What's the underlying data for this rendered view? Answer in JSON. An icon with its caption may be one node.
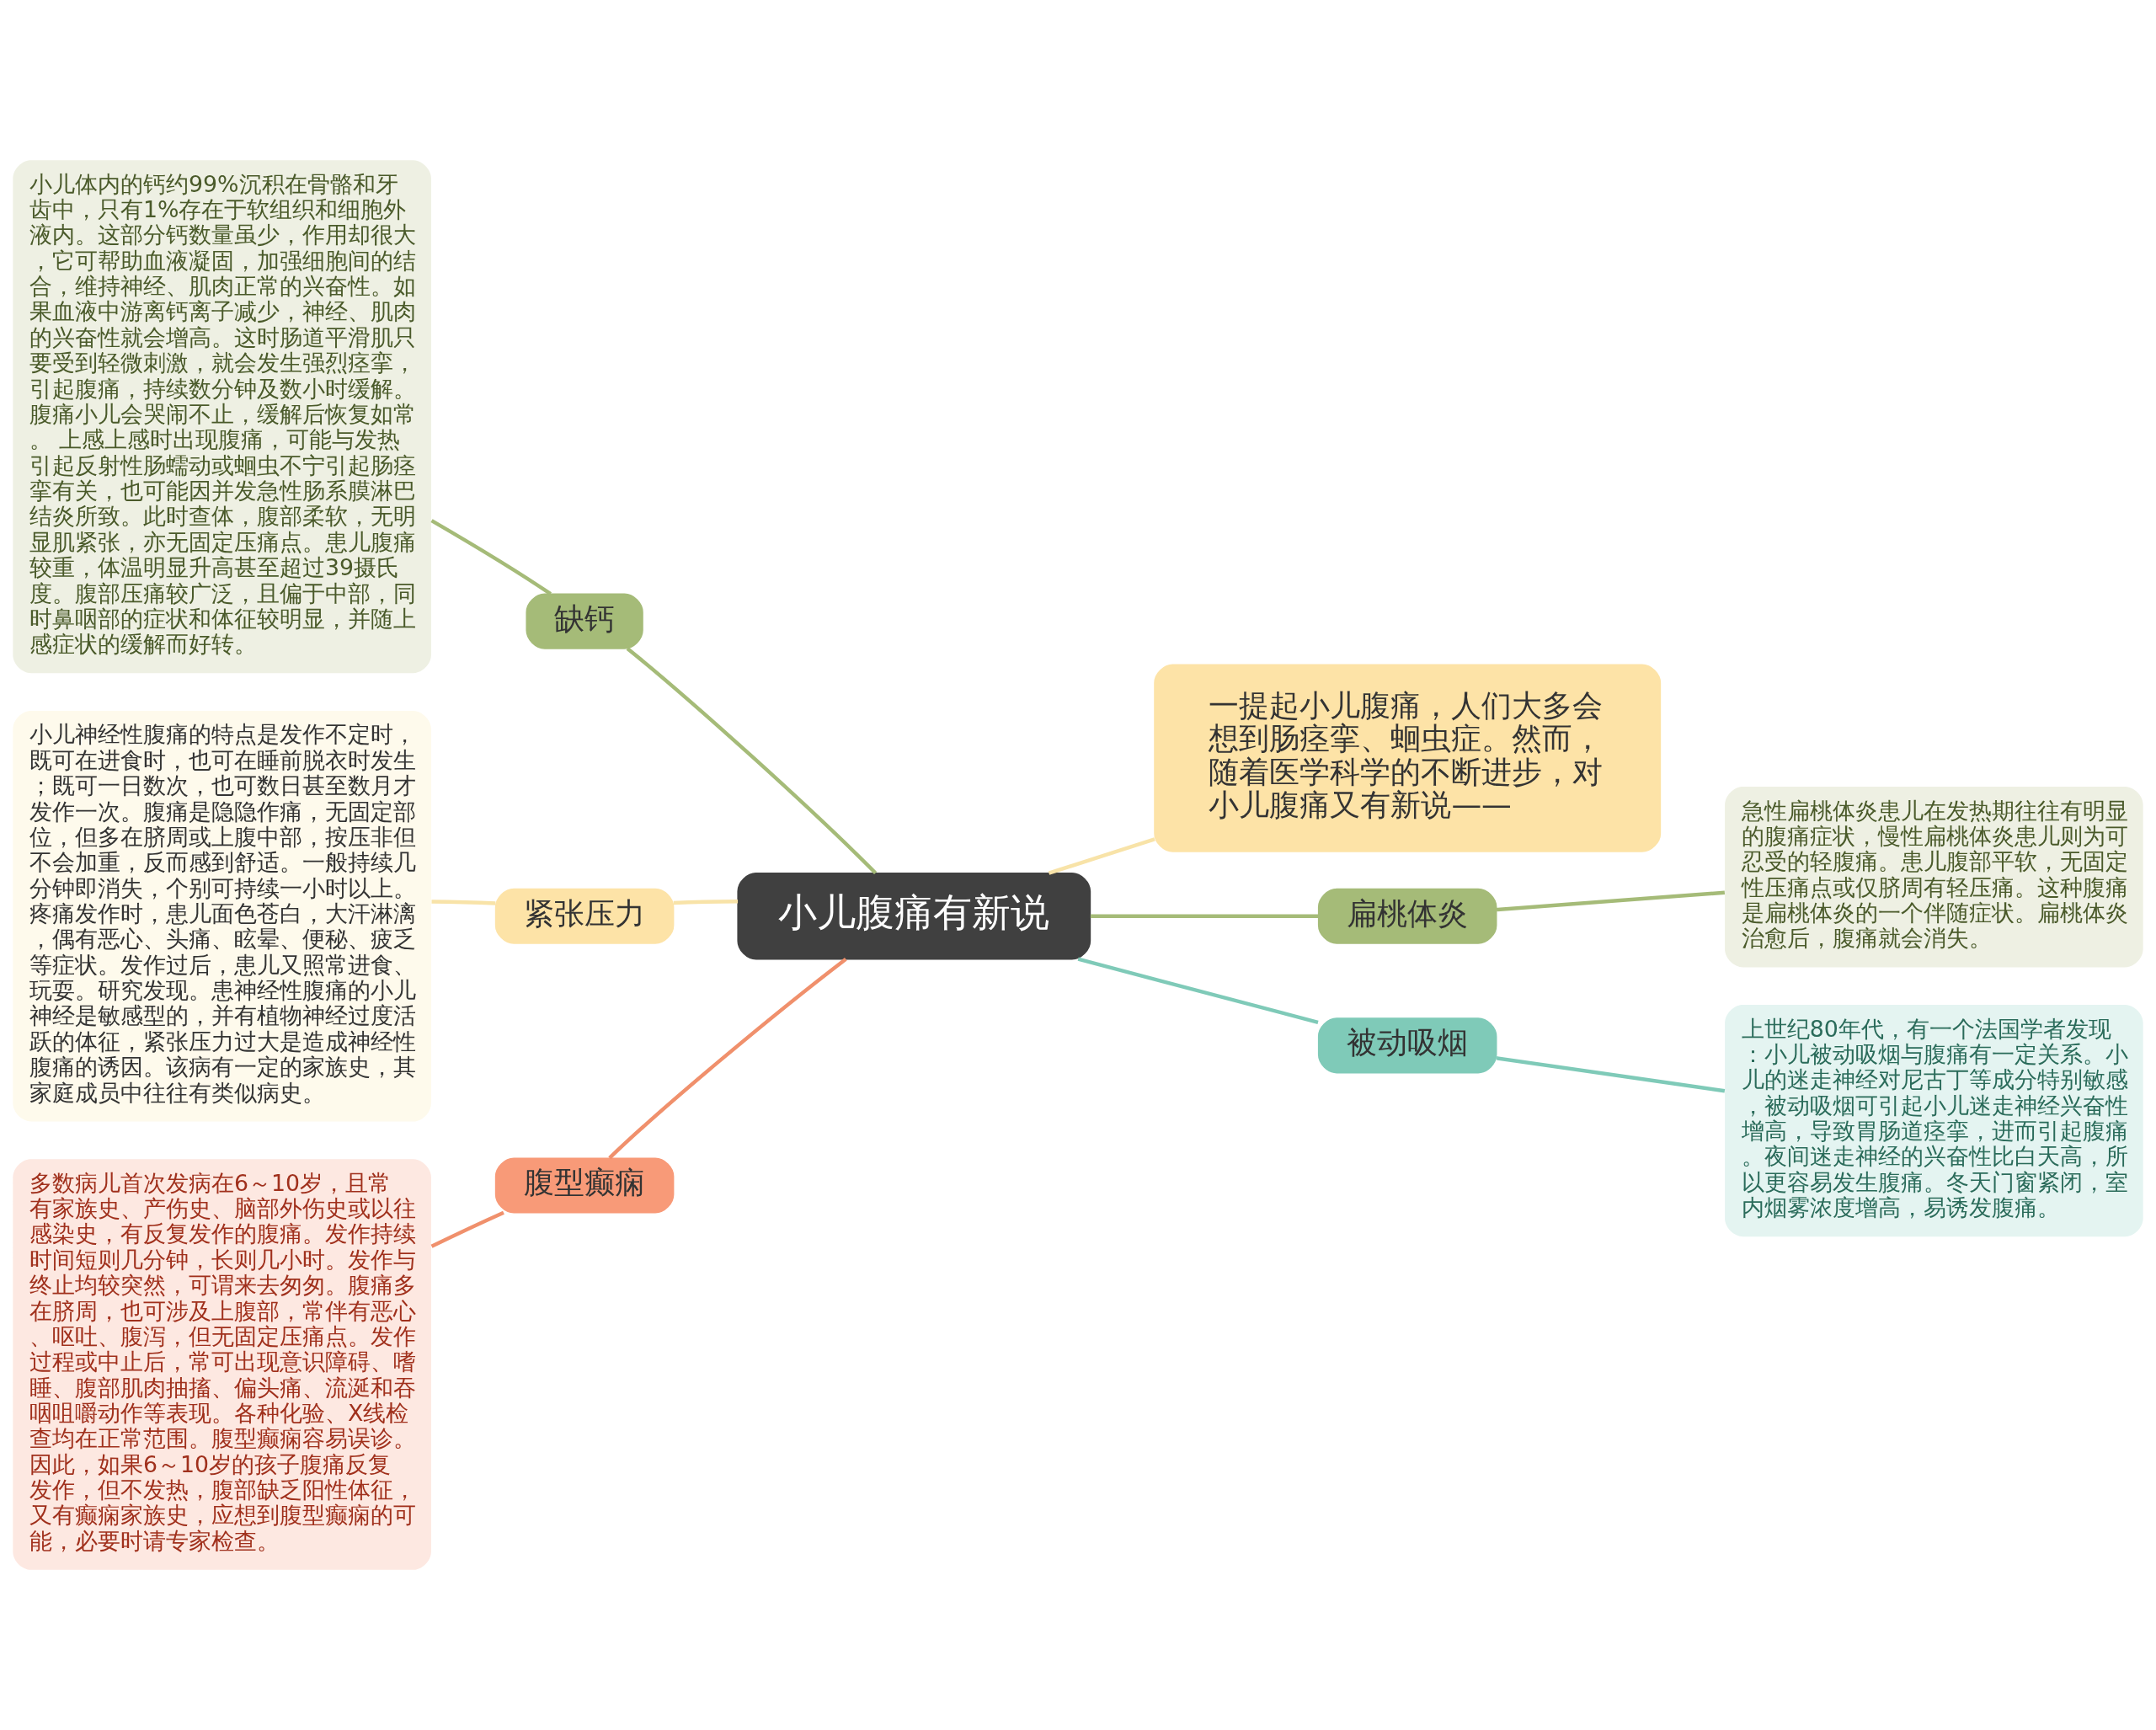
{
  "diagram": {
    "nodes": [
      {
        "text": [
          "小儿腹痛有新说"
        ]
      },
      {
        "text": [
          "缺钙"
        ]
      },
      {
        "text": [
          "小儿体内的钙约99%沉积在骨骼和牙齿中，只有1%存在于软组织和细胞外液内。这部分钙数量虽少，作用却很大，它可帮助血液凝固，加强细胞间的结合，维持神经、肌肉正常的兴奋性。如果血液中游离钙离子减少，神经、肌肉的兴奋性就会增高。这时肠道平滑肌只要受到轻微刺激，就会发生强烈痉挛，引起腹痛，持续数分钟及数小时缓解。腹痛小儿会哭闹不止，缓解后恢复如常。 上感上感时出现腹痛，可能与发热引起反射性肠蠕动或蛔虫不宁引起肠痉挛有关，也可能因并发急性肠系膜淋巴结炎所致。此时查体，腹部柔软，无明显肌紧张，亦无固定压痛点。患儿腹痛较重，体温明显升高甚至超过39摄氏度。腹部压痛较广泛，且偏于中部，同时鼻咽部的症状和体征较明显，并随上感症状的缓解而好转。"
        ]
      },
      {
        "text": [
          "一提起小儿腹痛，人们大多会想到肠痉挛、蛔虫症。然而，随着医学科学的不断进步，对小儿腹痛又有新说——"
        ]
      },
      {
        "text": [
          "扁桃体炎"
        ]
      },
      {
        "text": [
          "急性扁桃体炎患儿在发热期往往有明显的腹痛症状，慢性扁桃体炎患儿则为可忍受的轻腹痛。患儿腹部平软，无固定性压痛点或仅脐周有轻压痛。这种腹痛是扁桃体炎的一个伴随症状。扁桃体炎治愈后，腹痛就会消失。"
        ]
      },
      {
        "text": [
          "紧张压力"
        ]
      },
      {
        "text": [
          "小儿神经性腹痛的特点是发作不定时，既可在进食时，也可在睡前脱衣时发生；既可一日数次，也可数日甚至数月才发作一次。腹痛是隐隐作痛，无固定部位，但多在脐周或上腹中部，按压非但不会加重，反而感到舒适。一般持续几分钟即消失，个别可持续一小时以上。疼痛发作时，患儿面色苍白，大汗淋漓，偶有恶心、头痛、眩晕、便秘、疲乏等症状。发作过后，患儿又照常进食、玩耍。研究发现。患神经性腹痛的小儿神经是敏感型的，并有植物神经过度活跃的体征，紧张压力过大是造成神经性腹痛的诱因。该病有一定的家族史，其家庭成员中往往有类似病史。"
        ]
      },
      {
        "text": [
          "被动吸烟"
        ]
      },
      {
        "text": [
          "上世纪80年代，有一个法国学者发现：小儿被动吸烟与腹痛有一定关系。小儿的迷走神经对尼古丁等成分特别敏感，被动吸烟可引起小儿迷走神经兴奋性增高，导致胃肠道痉挛，进而引起腹痛。夜间迷走神经的兴奋性比白天高，所以更容易发生腹痛。冬天门窗紧闭，室内烟雾浓度增高，易诱发腹痛。"
        ]
      },
      {
        "text": [
          "腹型癫痫"
        ]
      },
      {
        "text": [
          "多数病儿首次发病在6～10岁，且常有家族史、产伤史、脑部外伤史或以往感染史，有反复发作的腹痛。发作持续时间短则几分钟，长则几小时。发作与终止均较突然，可谓来去匆匆。腹痛多在脐周，也可涉及上腹部，常伴有恶心、呕吐、腹泻，但无固定压痛点。发作过程或中止后，常可出现意识障碍、嗜睡、腹部肌肉抽搐、偏头痛、流涎和吞咽咀嚼动作等表现。各种化验、X线检查均在正常范围。腹型癫痫容易误诊。因此，如果6～10岁的孩子腹痛反复发作，但不发热，腹部缺乏阳性体征，又有癫痫家族史，应想到腹型癫痫的可能，必要时请专家检查。"
        ]
      }
    ],
    "edges": [
      {
        "from": 0,
        "to": 1,
        "arrow": "none",
        "color": "#a5bb78"
      },
      {
        "from": 1,
        "to": 2,
        "arrow": "none",
        "color": "#a5bb78"
      },
      {
        "from": 0,
        "to": 3,
        "arrow": "none",
        "color": "#f8e3a8"
      },
      {
        "from": 0,
        "to": 4,
        "arrow": "none",
        "color": "#a5bb78"
      },
      {
        "from": 4,
        "to": 5,
        "arrow": "none",
        "color": "#a5bb78"
      },
      {
        "from": 0,
        "to": 6,
        "arrow": "none",
        "color": "#f8e3a8"
      },
      {
        "from": 6,
        "to": 7,
        "arrow": "none",
        "color": "#f8e3a8"
      },
      {
        "from": 0,
        "to": 8,
        "arrow": "none",
        "color": "#7fcab8"
      },
      {
        "from": 8,
        "to": 9,
        "arrow": "none",
        "color": "#7fcab8"
      },
      {
        "from": 0,
        "to": 10,
        "arrow": "none",
        "color": "#f0906c"
      },
      {
        "from": 10,
        "to": 11,
        "arrow": "none",
        "color": "#f0906c"
      }
    ]
  }
}
